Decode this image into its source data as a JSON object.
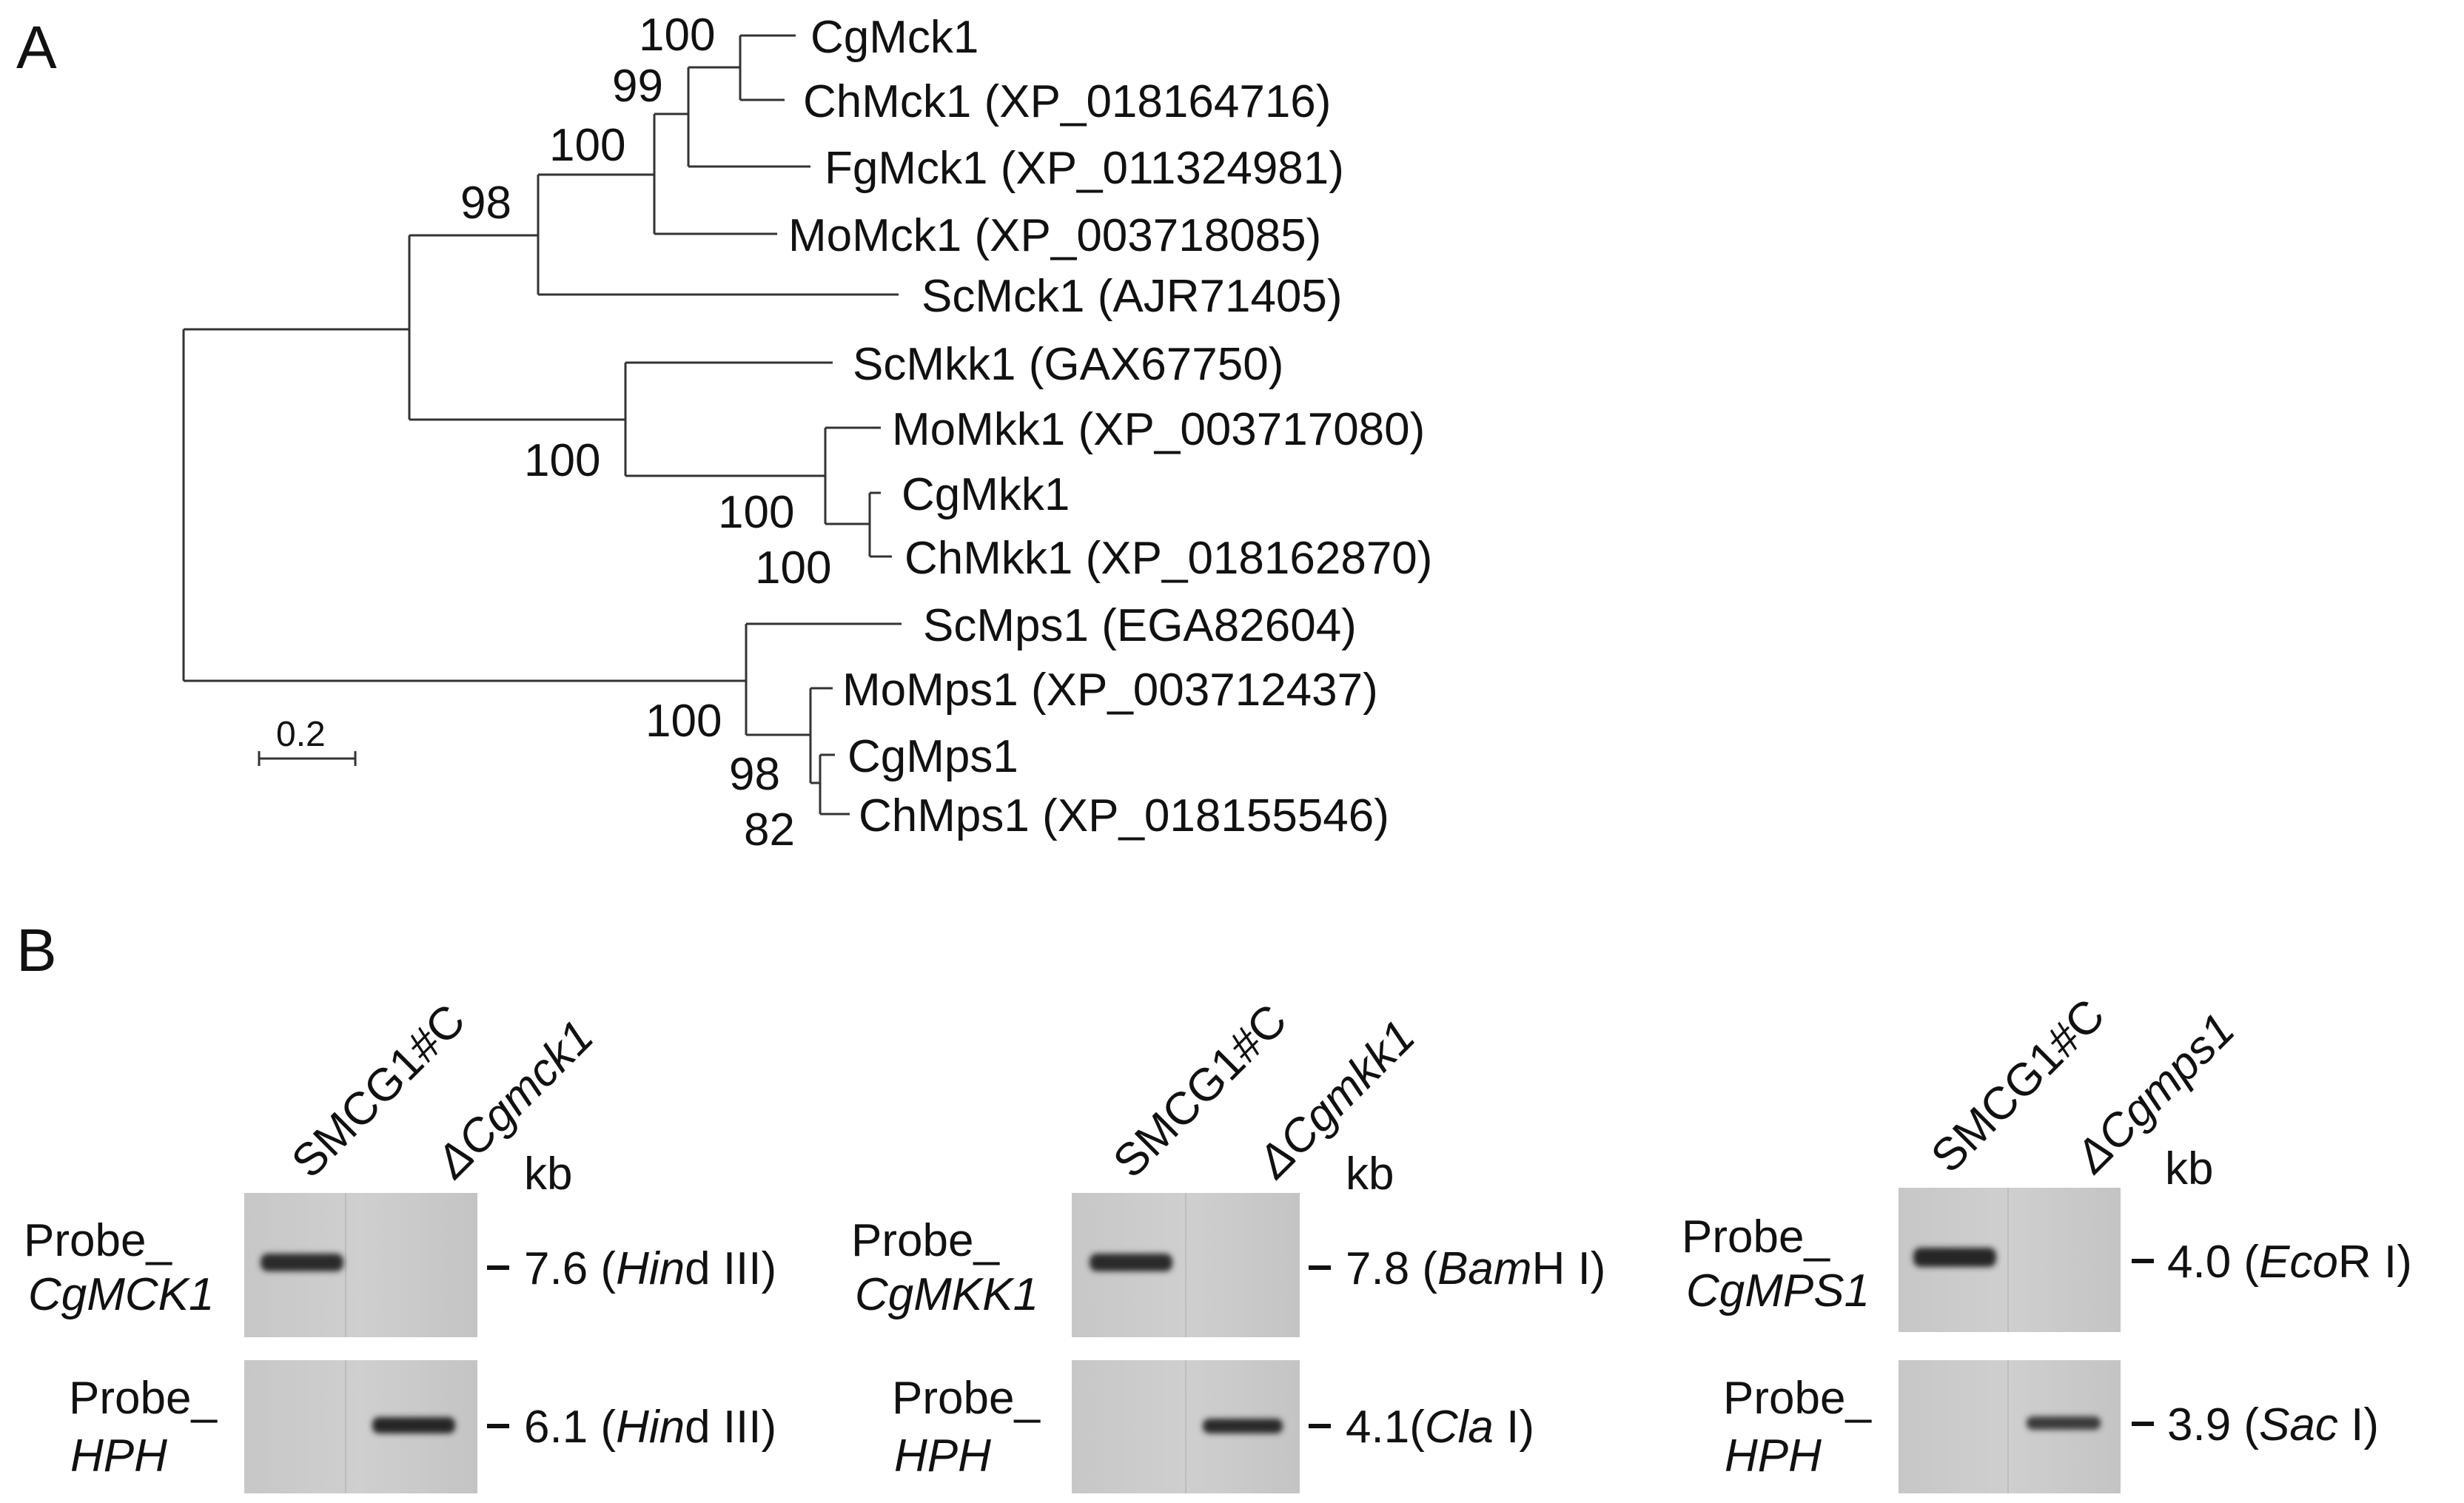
{
  "panels": {
    "a_label": "A",
    "b_label": "B"
  },
  "tree": {
    "leaves": [
      {
        "id": "cgmck1",
        "label": "CgMck1"
      },
      {
        "id": "chmck1",
        "label": "ChMck1 (XP_018164716)"
      },
      {
        "id": "fgmck1",
        "label": "FgMck1 (XP_011324981)"
      },
      {
        "id": "momck1",
        "label": "MoMck1 (XP_003718085)"
      },
      {
        "id": "scmck1",
        "label": "ScMck1 (AJR71405)"
      },
      {
        "id": "scmkk1",
        "label": "ScMkk1 (GAX67750)"
      },
      {
        "id": "momkk1",
        "label": "MoMkk1 (XP_003717080)"
      },
      {
        "id": "cgmkk1",
        "label": "CgMkk1"
      },
      {
        "id": "chmkk1",
        "label": "ChMkk1 (XP_018162870)"
      },
      {
        "id": "scmps1",
        "label": "ScMps1 (EGA82604)"
      },
      {
        "id": "momps1",
        "label": "MoMps1 (XP_003712437)"
      },
      {
        "id": "cgmps1",
        "label": "CgMps1"
      },
      {
        "id": "chmps1",
        "label": "ChMps1 (XP_018155546)"
      }
    ],
    "bootstrap": [
      {
        "id": "cg-ch-mck",
        "value": "100"
      },
      {
        "id": "cg-ch-fg-mck",
        "value": "99"
      },
      {
        "id": "mck-mo",
        "value": "100"
      },
      {
        "id": "mck-all",
        "value": "98"
      },
      {
        "id": "mkk-all",
        "value": "100"
      },
      {
        "id": "mkk-mo",
        "value": "100"
      },
      {
        "id": "cg-ch-mkk",
        "value": "100"
      },
      {
        "id": "mps-all",
        "value": "100"
      },
      {
        "id": "mps-mo",
        "value": "98"
      },
      {
        "id": "cg-ch-mps",
        "value": "82"
      }
    ],
    "scale_bar": "0.2"
  },
  "blots": [
    {
      "id": "mck1",
      "lane_wt": "SMCG1#C",
      "lane_mut_delta": "Δ",
      "lane_mut_gene": "Cgmck1",
      "kb": "kb",
      "probe_top_line1": "Probe_",
      "probe_top_line2": "CgMCK1",
      "probe_bottom_line1": "Probe_",
      "probe_bottom_line2": "HPH",
      "top_size": "7.6",
      "top_enzyme_italic": "Hin",
      "top_enzyme_rest": "d III",
      "bottom_size": "6.1",
      "bottom_enzyme_italic": "Hin",
      "bottom_enzyme_rest": "d III",
      "top_band_lane": "wt",
      "bottom_band_lane": "mutant"
    },
    {
      "id": "mkk1",
      "lane_wt": "SMCG1#C",
      "lane_mut_delta": "Δ",
      "lane_mut_gene": "Cgmkk1",
      "kb": "kb",
      "probe_top_line1": "Probe_",
      "probe_top_line2": "CgMKK1",
      "probe_bottom_line1": "Probe_",
      "probe_bottom_line2": "HPH",
      "top_size": "7.8",
      "top_enzyme_italic": "Bam",
      "top_enzyme_rest": "H I",
      "bottom_size": "4.1",
      "bottom_enzyme_italic": "Cla",
      "bottom_enzyme_rest": " I",
      "top_band_lane": "wt",
      "bottom_band_lane": "mutant"
    },
    {
      "id": "mps1",
      "lane_wt": "SMCG1#C",
      "lane_mut_delta": "Δ",
      "lane_mut_gene": "Cgmps1",
      "kb": "kb",
      "probe_top_line1": "Probe_",
      "probe_top_line2": "CgMPS1",
      "probe_bottom_line1": "Probe_",
      "probe_bottom_line2": "HPH",
      "top_size": "4.0",
      "top_enzyme_italic": "Eco",
      "top_enzyme_rest": "R I",
      "bottom_size": "3.9",
      "bottom_enzyme_italic": "Sac",
      "bottom_enzyme_rest": " I",
      "top_band_lane": "wt",
      "bottom_band_lane": "mutant"
    }
  ]
}
